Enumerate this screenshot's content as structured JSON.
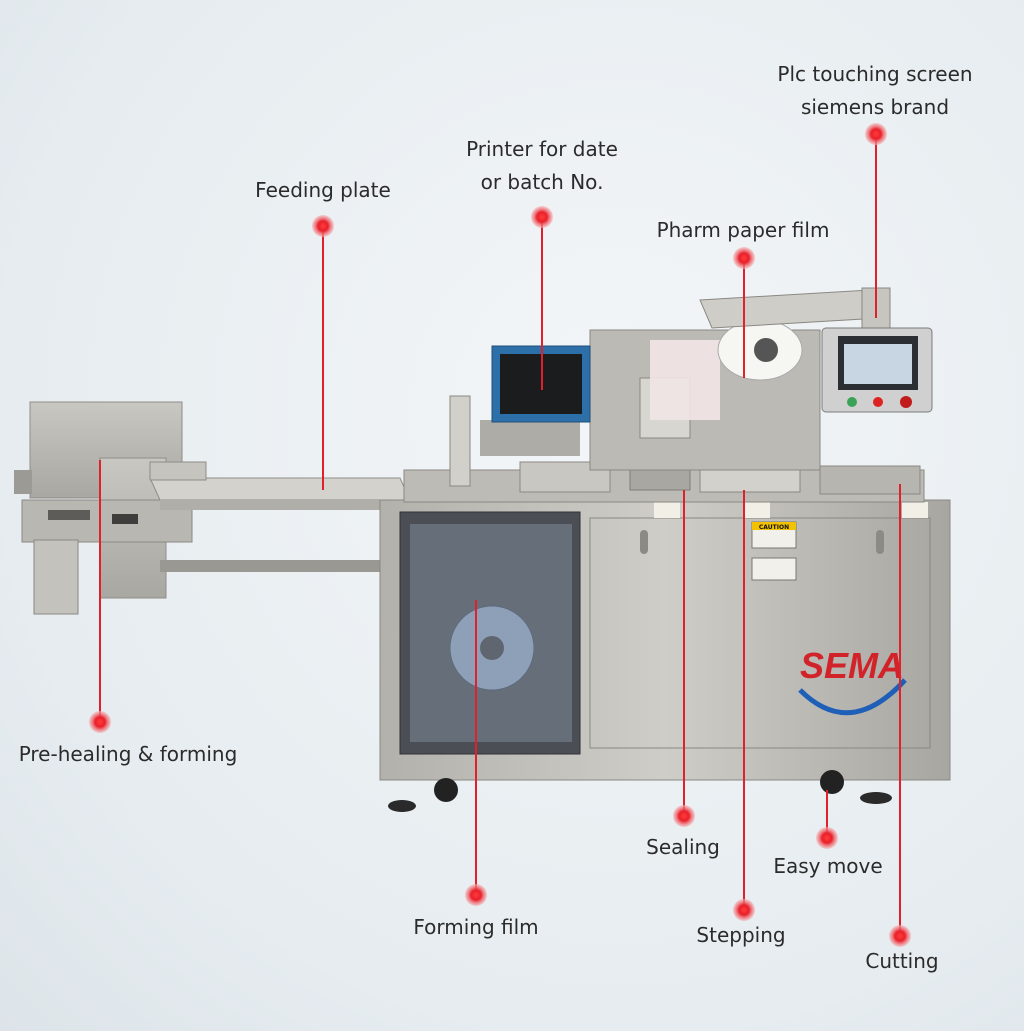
{
  "brand": "SEMA",
  "labels": {
    "plc_line1": "Plc touching screen",
    "plc_line2": "siemens brand",
    "printer_line1": "Printer for date",
    "printer_line2": "or batch No.",
    "feeding_plate": "Feeding plate",
    "pharm_paper_film": "Pharm paper film",
    "pre_healing_forming": "Pre-healing & forming",
    "sealing": "Sealing",
    "easy_move": "Easy move",
    "forming_film": "Forming film",
    "stepping": "Stepping",
    "cutting": "Cutting"
  },
  "caution": "CAUTION",
  "colors": {
    "leader": "#e0202a",
    "marker": "#e8202a",
    "steel": "#b8b6b0",
    "text": "#2b2b2b"
  }
}
